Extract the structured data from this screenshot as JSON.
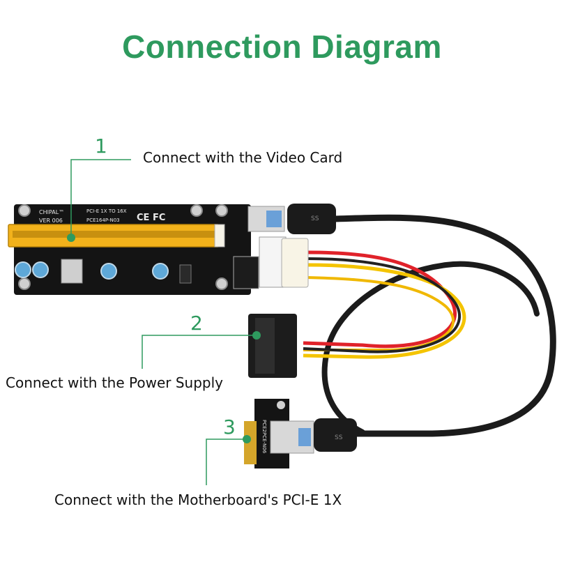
{
  "title": "Connection Diagram",
  "colors": {
    "accent": "#2e9a5e",
    "pcb": "#141414",
    "slot": "#f2b21b",
    "cable_black": "#1b1b1b",
    "wire_red": "#e0222a",
    "wire_yellow": "#f4c400"
  },
  "callouts": [
    {
      "number": "1",
      "label": "Connect with the Video Card"
    },
    {
      "number": "2",
      "label": "Connect with the Power Supply"
    },
    {
      "number": "3",
      "label": "Connect with the Motherboard's PCI-E 1X"
    }
  ],
  "board": {
    "brand": "CHIPAL™",
    "version": "VER 006",
    "model_line1": "PCI-E 1X TO 16X",
    "model_line2": "PCE164P-N03",
    "cert": "CE FC"
  },
  "adapter": {
    "model": "PCE2PCE-N06"
  },
  "usb_marks": [
    "SS",
    "SS"
  ]
}
